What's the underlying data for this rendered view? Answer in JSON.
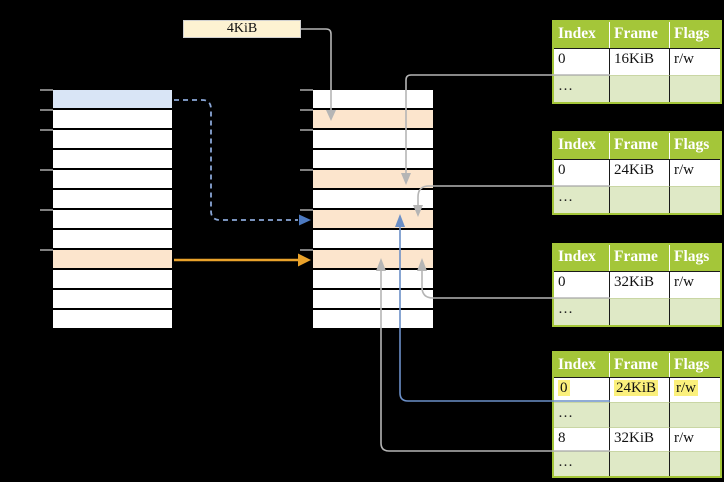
{
  "frame_size_label": {
    "text": "4KiB"
  },
  "virtual_memory": {
    "rows": [
      "page",
      "empty",
      "empty",
      "empty",
      "empty",
      "empty",
      "empty",
      "empty",
      "mapped",
      "empty",
      "empty",
      "empty"
    ],
    "tick_offsets": [
      0,
      20,
      40,
      80,
      120,
      160
    ]
  },
  "physical_memory": {
    "rows": [
      "empty",
      "frame",
      "empty",
      "empty",
      "frame",
      "empty",
      "frame",
      "empty",
      "frame",
      "empty",
      "empty",
      "empty"
    ],
    "tick_offsets": [
      0,
      20,
      40,
      80,
      120,
      160
    ]
  },
  "page_tables": [
    {
      "name": "page-table-16kib",
      "header": [
        "Index",
        "Frame",
        "Flags"
      ],
      "rows": [
        {
          "cells": [
            "0",
            "16KiB",
            "r/w"
          ],
          "alt": false,
          "highlight": false
        },
        {
          "cells": [
            "…",
            "",
            ""
          ],
          "alt": true,
          "highlight": false
        }
      ]
    },
    {
      "name": "page-table-24kib",
      "header": [
        "Index",
        "Frame",
        "Flags"
      ],
      "rows": [
        {
          "cells": [
            "0",
            "24KiB",
            "r/w"
          ],
          "alt": false,
          "highlight": false
        },
        {
          "cells": [
            "…",
            "",
            ""
          ],
          "alt": true,
          "highlight": false
        }
      ]
    },
    {
      "name": "page-table-32kib",
      "header": [
        "Index",
        "Frame",
        "Flags"
      ],
      "rows": [
        {
          "cells": [
            "0",
            "32KiB",
            "r/w"
          ],
          "alt": false,
          "highlight": false
        },
        {
          "cells": [
            "…",
            "",
            ""
          ],
          "alt": true,
          "highlight": false
        }
      ]
    },
    {
      "name": "page-table-level2",
      "header": [
        "Index",
        "Frame",
        "Flags"
      ],
      "rows": [
        {
          "cells": [
            "0",
            "24KiB",
            "r/w"
          ],
          "alt": false,
          "highlight": true
        },
        {
          "cells": [
            "…",
            "",
            ""
          ],
          "alt": true,
          "highlight": false
        },
        {
          "cells": [
            "8",
            "32KiB",
            "r/w"
          ],
          "alt": false,
          "highlight": false
        },
        {
          "cells": [
            "…",
            "",
            ""
          ],
          "alt": true,
          "highlight": false
        }
      ]
    }
  ],
  "colors": {
    "background": "#000000",
    "table_header_green": "#a4c639",
    "table_alt_row_green": "#dfe9c6",
    "table_border_green": "#a4c639",
    "highlight_yellow": "#fbf07c",
    "frame_orange": "#fce5cd",
    "page_blue": "#d9e5f6",
    "label_cream": "#fdf2d2",
    "arrow_gray": "#b5b5b5",
    "arrow_blue": "#6b8fc7",
    "arrow_dashed_blue": "#8aa6d6",
    "arrow_orange": "#e9a22b",
    "tick_gray": "#7f7f7f"
  }
}
